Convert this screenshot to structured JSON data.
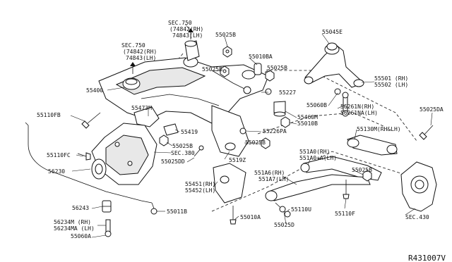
{
  "labels": {
    "sec750_top": "SEC.750",
    "sec750_top_rh": "(74842(RH)",
    "sec750_top_lh": "74843(LH)",
    "sec750_left": "SEC.750",
    "sec750_left_rh": "(74842(RH)",
    "sec750_left_lh": "74843(LH)",
    "p55025B_a": "55025B",
    "p55025B_b": "55025B",
    "p55010BA": "55010BA",
    "p55025B_c": "55025B",
    "p55045E": "55045E",
    "p55501": "55501 (RH)",
    "p55502": "55502 (LH)",
    "p55400": "55400",
    "p55227": "55227",
    "p55060B_a": "55060B",
    "p56261N": "56261N(RH)",
    "p56261NA": "56261NA(LH)",
    "p55025DA": "55025DA",
    "p55110FB": "55110FB",
    "p55473M": "55473M",
    "p55460M": "55460M",
    "p55010B": "55010B",
    "p55419": "55419",
    "p55226PA": "55226PA",
    "p55130M": "55130M(RH&LH)",
    "p55025B_d": "55025B",
    "p55025B_e": "55025B",
    "p55110FC": "55110FC",
    "p_sec380": "SEC.380",
    "p55025DD": "55025DD",
    "p5519": "5519Z",
    "p551A0_rh": "551A0(RH)",
    "p551A0_lh": "551A0+A(LH)",
    "p56230": "56230",
    "p55025B_f": "55025B",
    "p551A6": "551A6(RH)",
    "p551A7": "551A7(LH)",
    "p55451": "55451(RH)",
    "p55452": "55452(LH)",
    "p56243": "56243",
    "p55110U": "55110U",
    "p55110F": "55110F",
    "p55011B": "55011B",
    "p_sec430": "SEC.430",
    "p56234M": "56234M (RH)",
    "p56234MA": "56234MA (LH)",
    "p55010A": "55010A",
    "p55025D": "55025D",
    "p55060A": "55060A",
    "ref_code": "R431007V"
  }
}
